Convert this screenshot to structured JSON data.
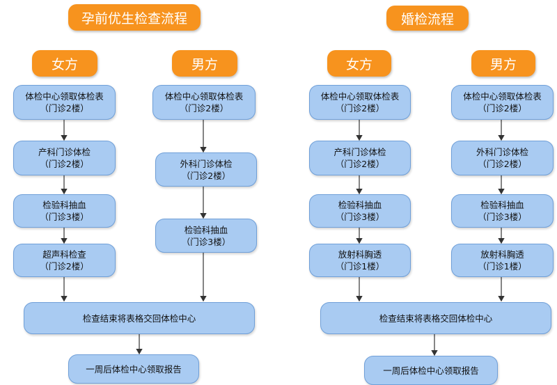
{
  "pregnancy": {
    "title": "孕前优生检查流程",
    "female": {
      "label": "女方",
      "steps": [
        {
          "name": "体检中心领取体检表",
          "loc": "（门诊2楼）"
        },
        {
          "name": "产科门诊体检",
          "loc": "（门诊2楼）"
        },
        {
          "name": "检验科抽血",
          "loc": "（门诊3楼）"
        },
        {
          "name": "超声科检查",
          "loc": "（门诊2楼）"
        }
      ]
    },
    "male": {
      "label": "男方",
      "steps": [
        {
          "name": "体检中心领取体检表",
          "loc": "（门诊2楼）"
        },
        {
          "name": "外科门诊体检",
          "loc": "（门诊2楼）"
        },
        {
          "name": "检验科抽血",
          "loc": "（门诊3楼）"
        }
      ]
    },
    "return_step": "检查结束将表格交回体检中心",
    "final_step": "一周后体检中心领取报告"
  },
  "marriage": {
    "title": "婚检流程",
    "female": {
      "label": "女方",
      "steps": [
        {
          "name": "体检中心领取体检表",
          "loc": "（门诊2楼）"
        },
        {
          "name": "产科门诊体检",
          "loc": "（门诊2楼）"
        },
        {
          "name": "检验科抽血",
          "loc": "（门诊3楼）"
        },
        {
          "name": "放射科胸透",
          "loc": "（门诊1楼）"
        }
      ]
    },
    "male": {
      "label": "男方",
      "steps": [
        {
          "name": "体检中心领取体检表",
          "loc": "（门诊2楼）"
        },
        {
          "name": "外科门诊体检",
          "loc": "（门诊2楼）"
        },
        {
          "name": "检验科抽血",
          "loc": "（门诊3楼）"
        },
        {
          "name": "放射科胸透",
          "loc": "（门诊1楼）"
        }
      ]
    },
    "return_step": "检查结束将表格交回体检中心",
    "final_step": "一周后体检中心领取报告"
  },
  "colors": {
    "orange": "#f7931e",
    "node_fill": "#a9cbf2",
    "node_border": "#6f9fd8",
    "arrow": "#333333"
  }
}
